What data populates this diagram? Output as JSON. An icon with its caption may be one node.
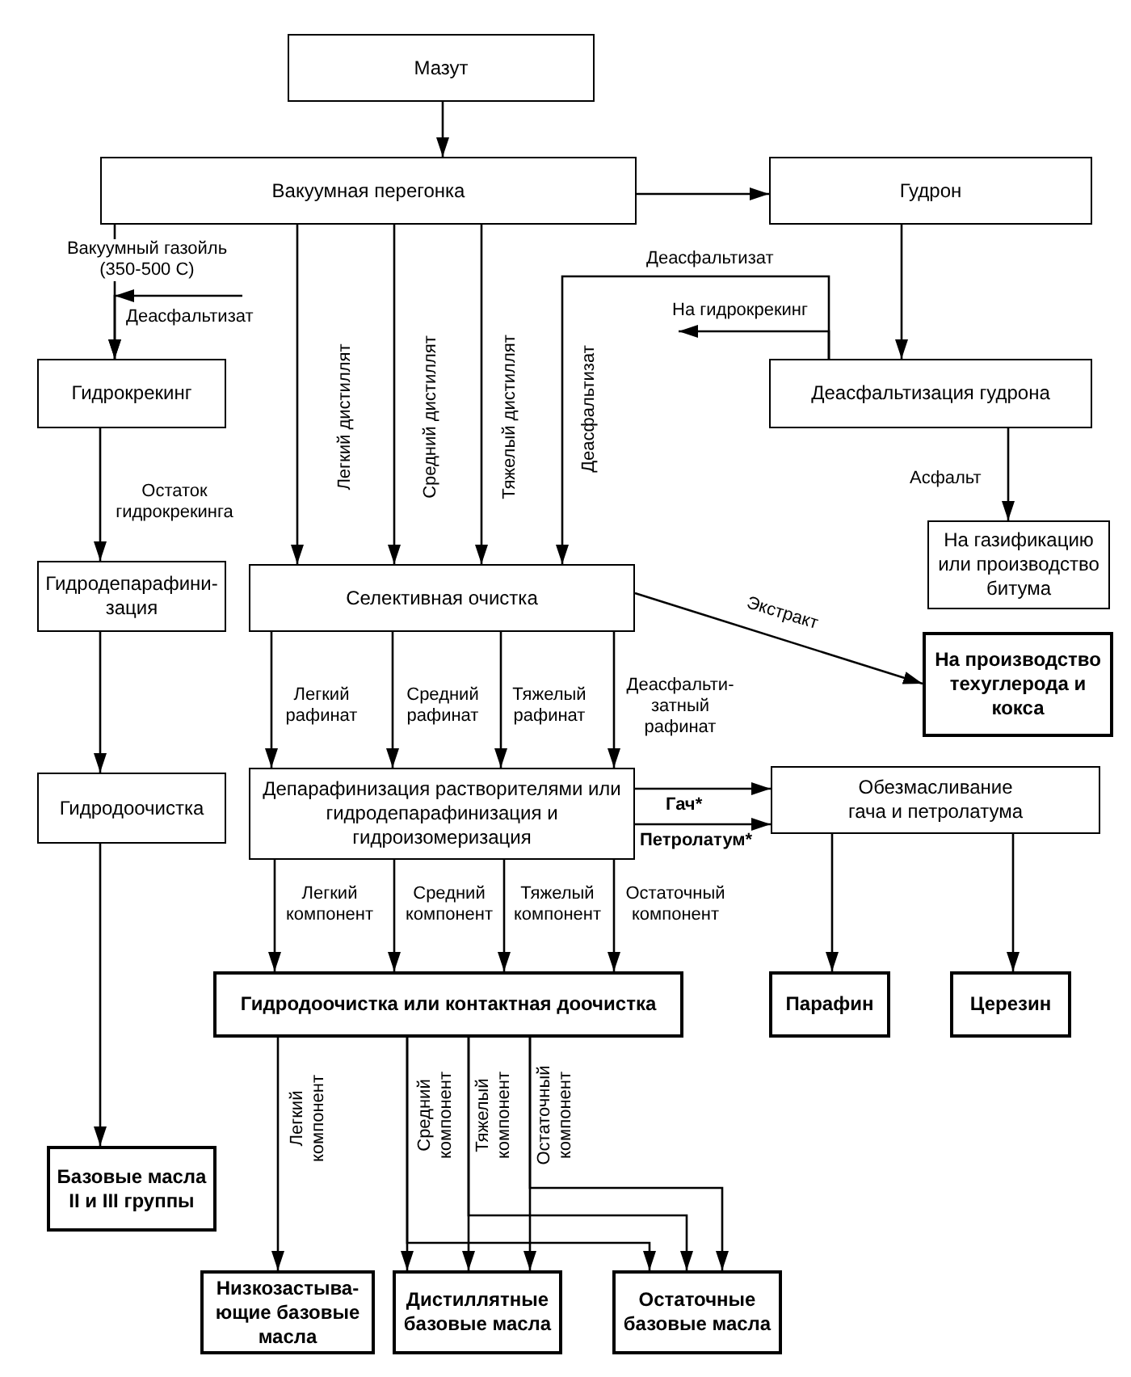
{
  "diagram": {
    "nodes": [
      {
        "text": [
          "Мазут"
        ]
      },
      {
        "text": [
          "Вакуумная перегонка"
        ]
      },
      {
        "text": [
          "Гудрон"
        ]
      },
      {
        "text": [
          "Гидрокрекинг"
        ]
      },
      {
        "text": [
          "Деасфальтизация гудрона"
        ]
      },
      {
        "text": [
          "На газификацию или производство битума"
        ]
      },
      {
        "text": [
          "Гидродепарафини-зация"
        ]
      },
      {
        "text": [
          "Селективная очистка"
        ]
      },
      {
        "text": [
          "На производство техуглерода и кокса"
        ]
      },
      {
        "text": [
          "Депарафинизация растворителями или гидродепарафинизация и гидроизомеризация"
        ]
      },
      {
        "text": [
          "Обезмасливание гача и петролатума"
        ]
      },
      {
        "text": [
          "Гидродоочистка"
        ]
      },
      {
        "text": [
          "Гидродоочистка или контактная доочистка"
        ]
      },
      {
        "text": [
          "Парафин"
        ]
      },
      {
        "text": [
          "Церезин"
        ]
      },
      {
        "text": [
          "Базовые масла II и III группы"
        ]
      },
      {
        "text": [
          "Низкозастыва-ющие базовые масла"
        ]
      },
      {
        "text": [
          "Дистиллятные базовые масла"
        ]
      },
      {
        "text": [
          "Остаточные базовые масла"
        ]
      }
    ],
    "edges": [
      {
        "from": 0,
        "to": 1,
        "arrow": "to"
      },
      {
        "from": 1,
        "to": 2,
        "arrow": "to"
      },
      {
        "from": 1,
        "to": 3,
        "arrow": "to",
        "label": "Вакуумный газойль (350-500 С)"
      },
      {
        "from": null,
        "to": 3,
        "arrow": "to",
        "label": "Деасфальтизат"
      },
      {
        "from": 1,
        "to": 7,
        "arrow": "to",
        "label": "Легкий дистиллят"
      },
      {
        "from": 1,
        "to": 7,
        "arrow": "to",
        "label": "Средний дистиллят"
      },
      {
        "from": 1,
        "to": 7,
        "arrow": "to",
        "label": "Тяжелый дистиллят"
      },
      {
        "from": 2,
        "to": 4,
        "arrow": "to"
      },
      {
        "from": 4,
        "to": 7,
        "arrow": "to",
        "label": "Деасфальтизат"
      },
      {
        "from": 4,
        "to": null,
        "arrow": "to",
        "label": "На гидрокрекинг"
      },
      {
        "from": 4,
        "to": 5,
        "arrow": "to",
        "label": "Асфальт"
      },
      {
        "from": 3,
        "to": 6,
        "arrow": "to",
        "label": "Остаток гидрокрекинга"
      },
      {
        "from": 7,
        "to": 8,
        "arrow": "to",
        "label": "Экстракт"
      },
      {
        "from": 7,
        "to": 9,
        "arrow": "to",
        "label": "Легкий рафинат"
      },
      {
        "from": 7,
        "to": 9,
        "arrow": "to",
        "label": "Средний рафинат"
      },
      {
        "from": 7,
        "to": 9,
        "arrow": "to",
        "label": "Тяжелый рафинат"
      },
      {
        "from": 7,
        "to": 9,
        "arrow": "to",
        "label": "Деасфальти-затный рафинат"
      },
      {
        "from": 6,
        "to": 11,
        "arrow": "to"
      },
      {
        "from": 9,
        "to": 10,
        "arrow": "to",
        "label": "Гач*"
      },
      {
        "from": 9,
        "to": 10,
        "arrow": "to",
        "label": "Петролатум*"
      },
      {
        "from": 9,
        "to": 12,
        "arrow": "to",
        "label": "Легкий компонент"
      },
      {
        "from": 9,
        "to": 12,
        "arrow": "to",
        "label": "Средний компонент"
      },
      {
        "from": 9,
        "to": 12,
        "arrow": "to",
        "label": "Тяжелый компонент"
      },
      {
        "from": 9,
        "to": 12,
        "arrow": "to",
        "label": "Остаточный компонент"
      },
      {
        "from": 10,
        "to": 13,
        "arrow": "to"
      },
      {
        "from": 10,
        "to": 14,
        "arrow": "to"
      },
      {
        "from": 11,
        "to": 15,
        "arrow": "to"
      },
      {
        "from": 12,
        "to": 16,
        "arrow": "to",
        "label": "Легкий компонент"
      },
      {
        "from": 12,
        "to": 17,
        "arrow": "to",
        "label": "Средний компонент"
      },
      {
        "from": 12,
        "to": 18,
        "arrow": "to"
      },
      {
        "from": 12,
        "to": 17,
        "arrow": "to",
        "label": "Тяжелый компонент"
      },
      {
        "from": 12,
        "to": 18,
        "arrow": "to"
      },
      {
        "from": 12,
        "to": 17,
        "arrow": "to",
        "label": "Остаточный компонент"
      },
      {
        "from": 12,
        "to": 18,
        "arrow": "to"
      }
    ],
    "labels": [
      "Деасфальтизат"
    ]
  }
}
